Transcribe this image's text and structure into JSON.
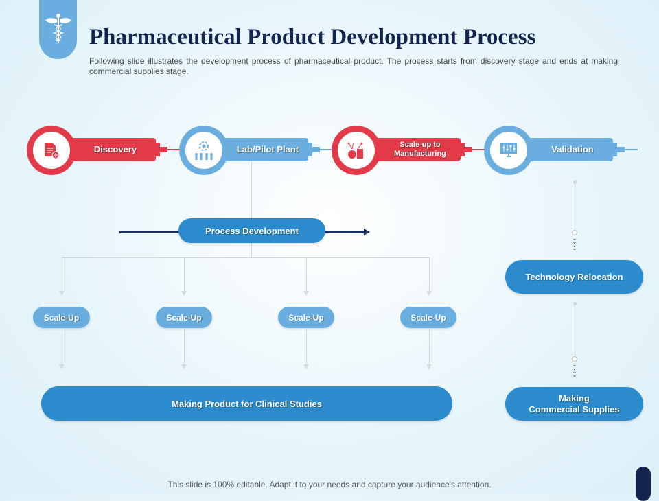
{
  "header": {
    "title": "Pharmaceutical Product Development Process",
    "subtitle": "Following slide illustrates the development process of pharmaceutical product. The process starts from discovery stage and ends at making commercial supplies stage."
  },
  "stages": [
    {
      "label": "Discovery",
      "icon": "document-plus-icon",
      "color": "#e23a48"
    },
    {
      "label": "Lab/Pilot Plant",
      "icon": "gear-people-icon",
      "color": "#6aaee0"
    },
    {
      "label": "Scale-up to Manufacturing",
      "icon": "lab-flask-icon",
      "color": "#e23a48"
    },
    {
      "label": "Validation",
      "icon": "monitor-sliders-icon",
      "color": "#6aaee0"
    }
  ],
  "process_development": "Process Development",
  "scale_up": [
    "Scale-Up",
    "Scale-Up",
    "Scale-Up",
    "Scale-Up"
  ],
  "clinical": "Making Product for Clinical Studies",
  "tech_relocation": "Technology Relocation",
  "commercial": "Making\nCommercial Supplies",
  "footer": "This slide is 100% editable. Adapt it to your needs and capture your audience's attention."
}
